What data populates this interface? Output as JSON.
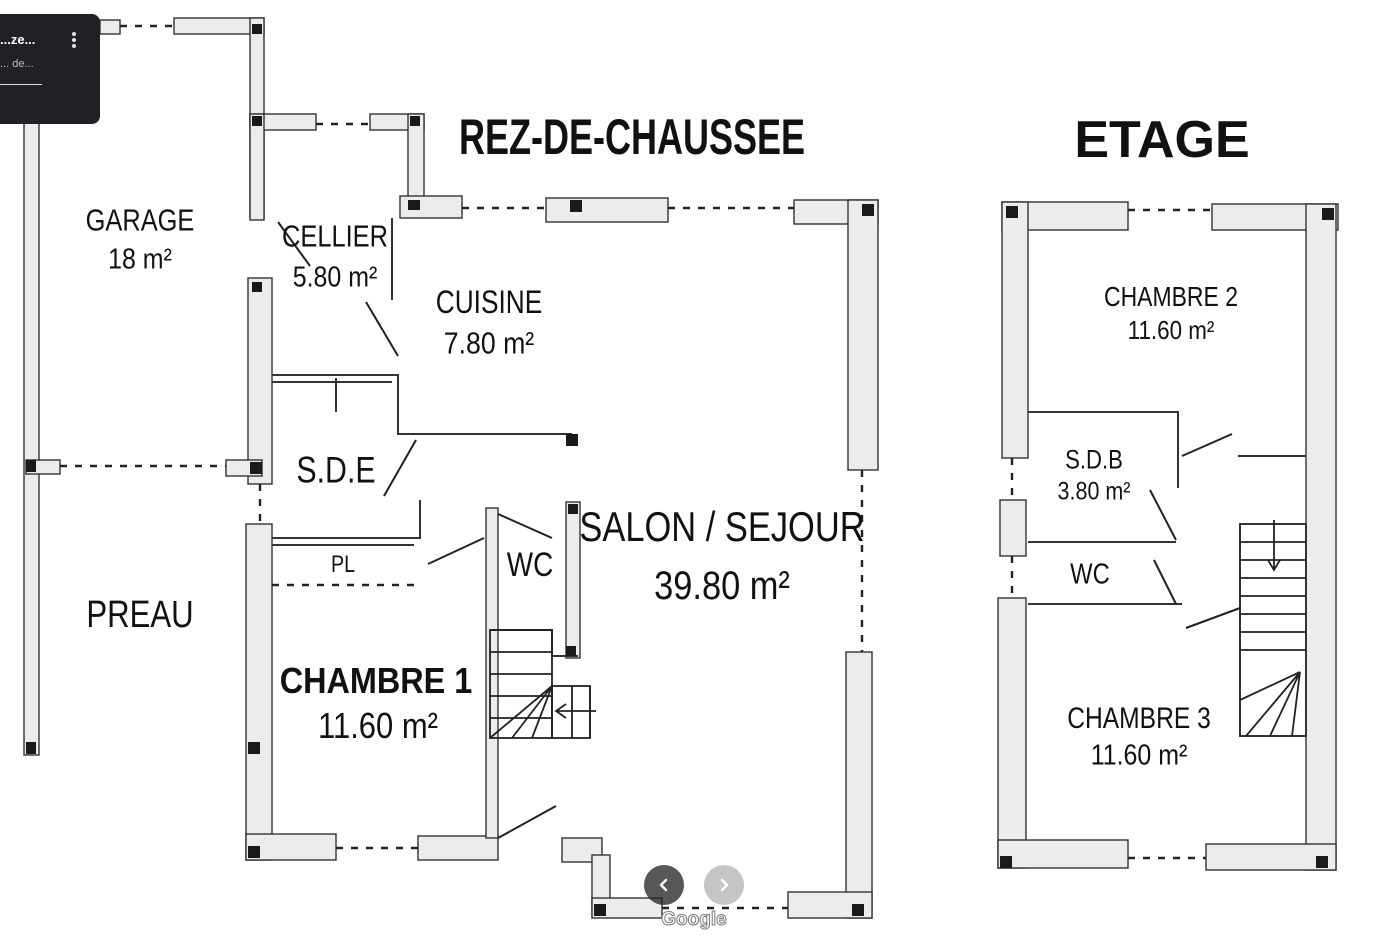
{
  "titles": {
    "ground_floor": "REZ-DE-CHAUSSEE",
    "upper_floor": "ETAGE"
  },
  "rooms": {
    "garage": {
      "name": "GARAGE",
      "area": "18 m²"
    },
    "cellier": {
      "name": "CELLIER",
      "area": "5.80 m²"
    },
    "cuisine": {
      "name": "CUISINE",
      "area": "7.80 m²"
    },
    "sde": {
      "name": "S.D.E"
    },
    "preau": {
      "name": "PREAU"
    },
    "pl": {
      "name": "PL"
    },
    "wc_ground": {
      "name": "WC"
    },
    "salon": {
      "name": "SALON / SEJOUR",
      "area": "39.80 m²"
    },
    "chambre1": {
      "name": "CHAMBRE 1",
      "area": "11.60 m²"
    },
    "chambre2": {
      "name": "CHAMBRE 2",
      "area": "11.60 m²"
    },
    "sdb": {
      "name": "S.D.B",
      "area": "3.80 m²"
    },
    "wc_upper": {
      "name": "WC"
    },
    "chambre3": {
      "name": "CHAMBRE 3",
      "area": "11.60 m²"
    }
  },
  "overlay": {
    "card_title": "...ze...",
    "card_subtitle": "... de...",
    "menu_icon": "more-vert-icon",
    "prev_icon": "chevron-left-icon",
    "next_icon": "chevron-right-icon",
    "logo": "Google"
  },
  "colors": {
    "wall_fill": "#ececec",
    "wall_line": "#333333",
    "card_bg": "#202124"
  }
}
